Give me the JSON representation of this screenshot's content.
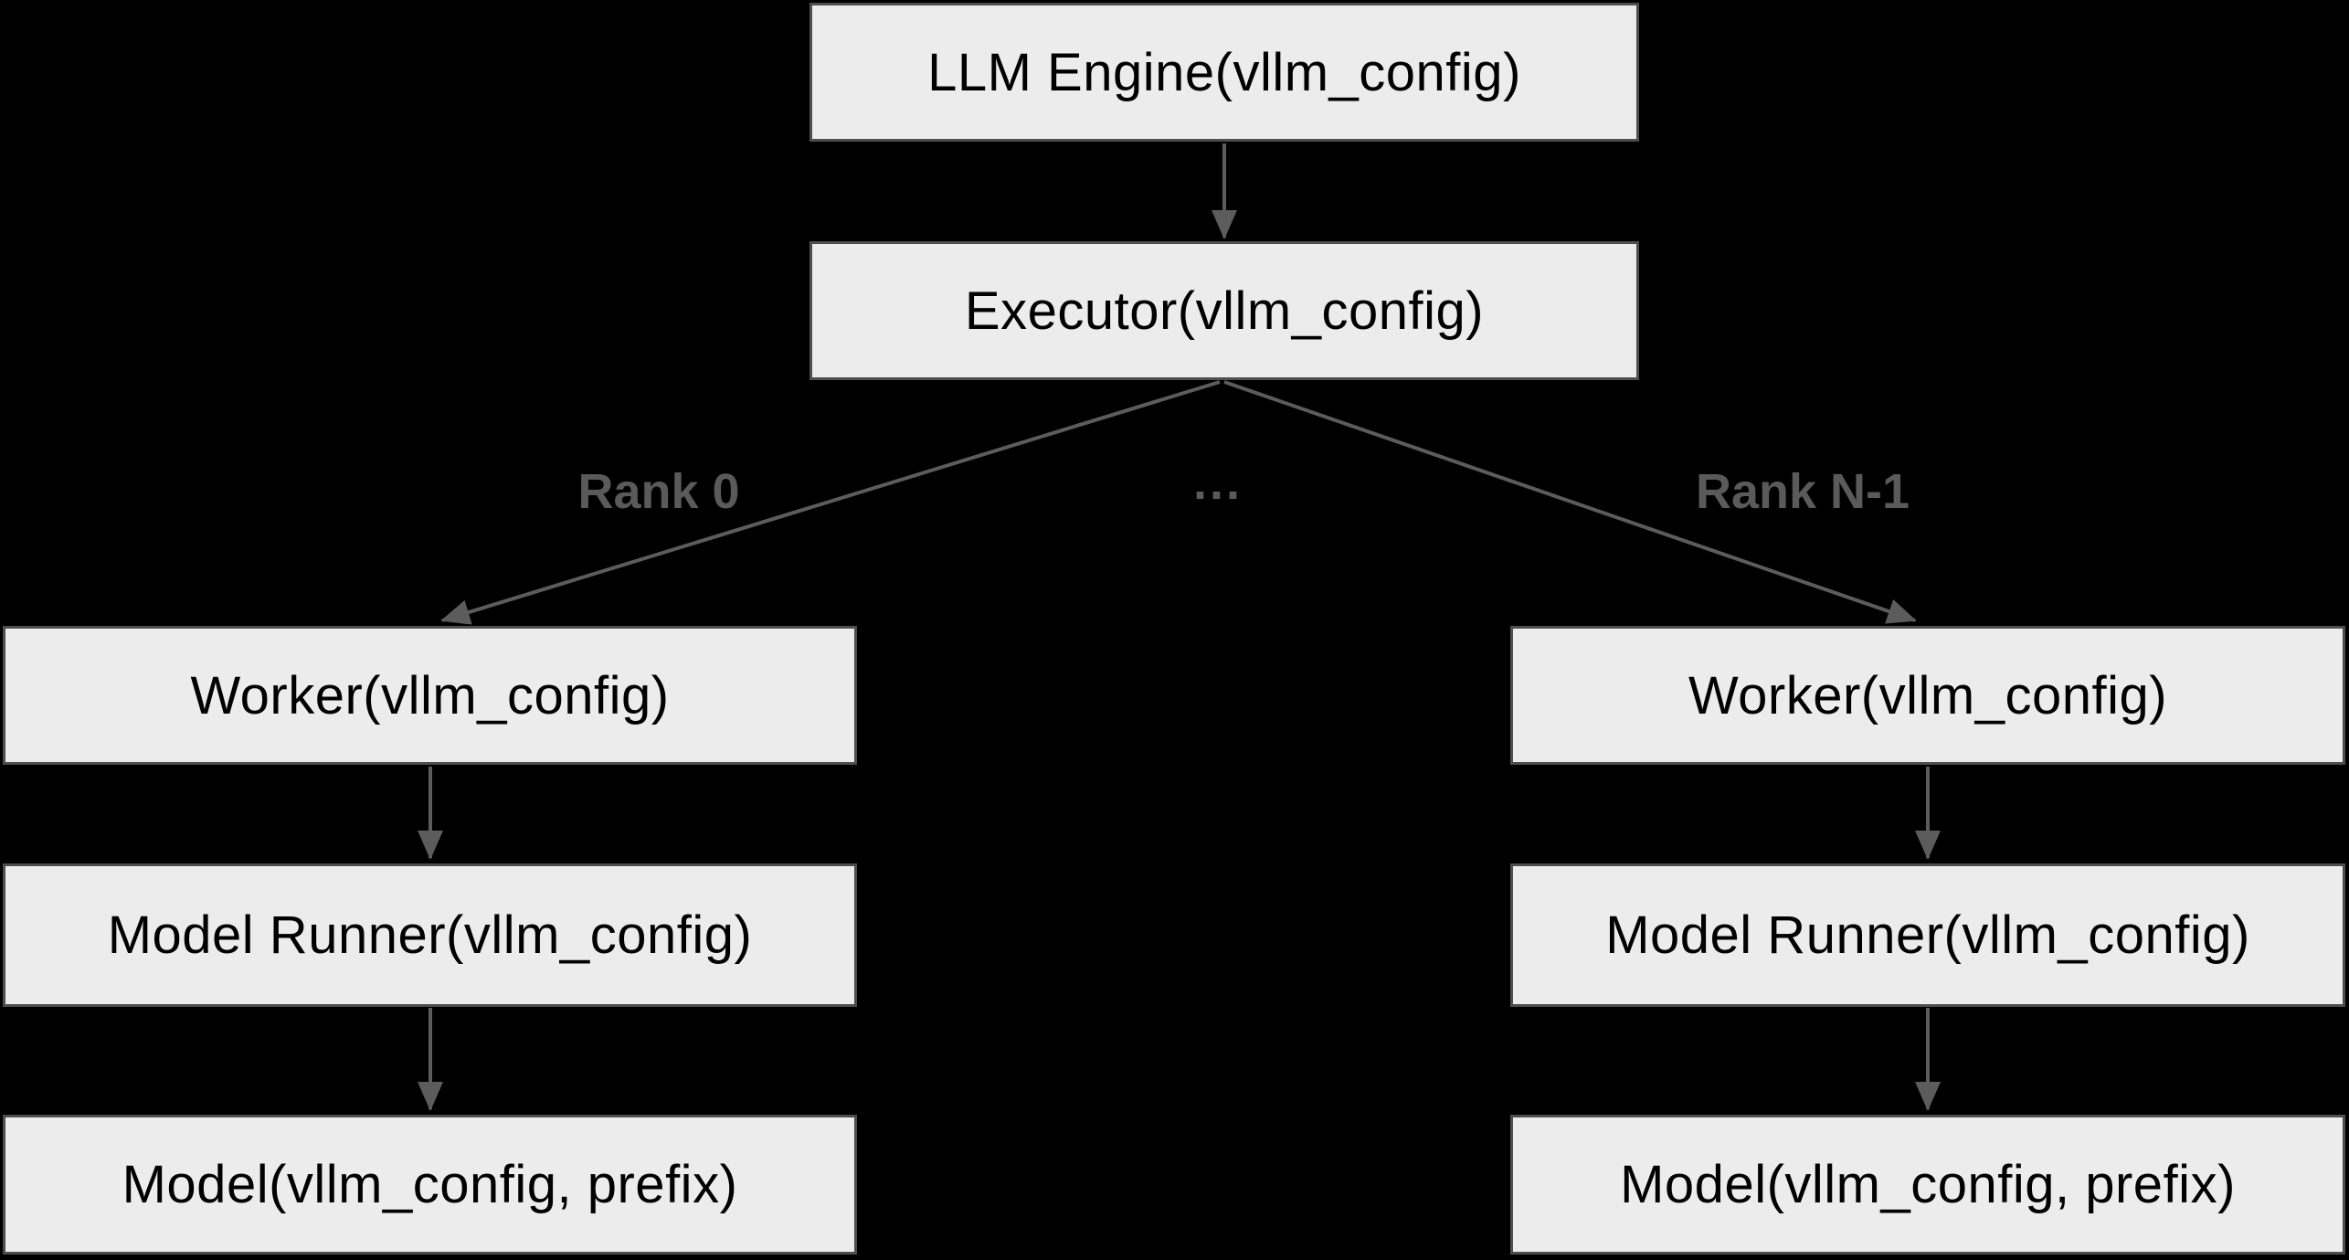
{
  "diagram": {
    "type": "flowchart",
    "nodes": {
      "llm_engine": {
        "label": "LLM Engine(vllm_config)"
      },
      "executor": {
        "label": "Executor(vllm_config)"
      },
      "worker_left": {
        "label": "Worker(vllm_config)"
      },
      "model_runner_left": {
        "label": "Model Runner(vllm_config)"
      },
      "model_left": {
        "label": "Model(vllm_config, prefix)"
      },
      "worker_right": {
        "label": "Worker(vllm_config)"
      },
      "model_runner_right": {
        "label": "Model Runner(vllm_config)"
      },
      "model_right": {
        "label": "Model(vllm_config, prefix)"
      }
    },
    "edge_labels": {
      "rank_0": {
        "text": "Rank 0"
      },
      "ellipsis": {
        "text": "..."
      },
      "rank_n_1": {
        "text": "Rank N-1"
      }
    },
    "edges": [
      {
        "from": "llm_engine",
        "to": "executor",
        "label": ""
      },
      {
        "from": "executor",
        "to": "worker_left",
        "label": "Rank 0"
      },
      {
        "from": "executor",
        "to": "worker_right",
        "label": "Rank N-1"
      },
      {
        "from": "worker_left",
        "to": "model_runner_left",
        "label": ""
      },
      {
        "from": "model_runner_left",
        "to": "model_left",
        "label": ""
      },
      {
        "from": "worker_right",
        "to": "model_runner_right",
        "label": ""
      },
      {
        "from": "model_runner_right",
        "to": "model_right",
        "label": ""
      }
    ],
    "colors": {
      "background": "#000000",
      "node_fill": "#ececec",
      "node_border": "#4e4e4e",
      "node_text": "#000000",
      "edge": "#5c5c5c",
      "edge_label": "#5a5a5a"
    }
  }
}
